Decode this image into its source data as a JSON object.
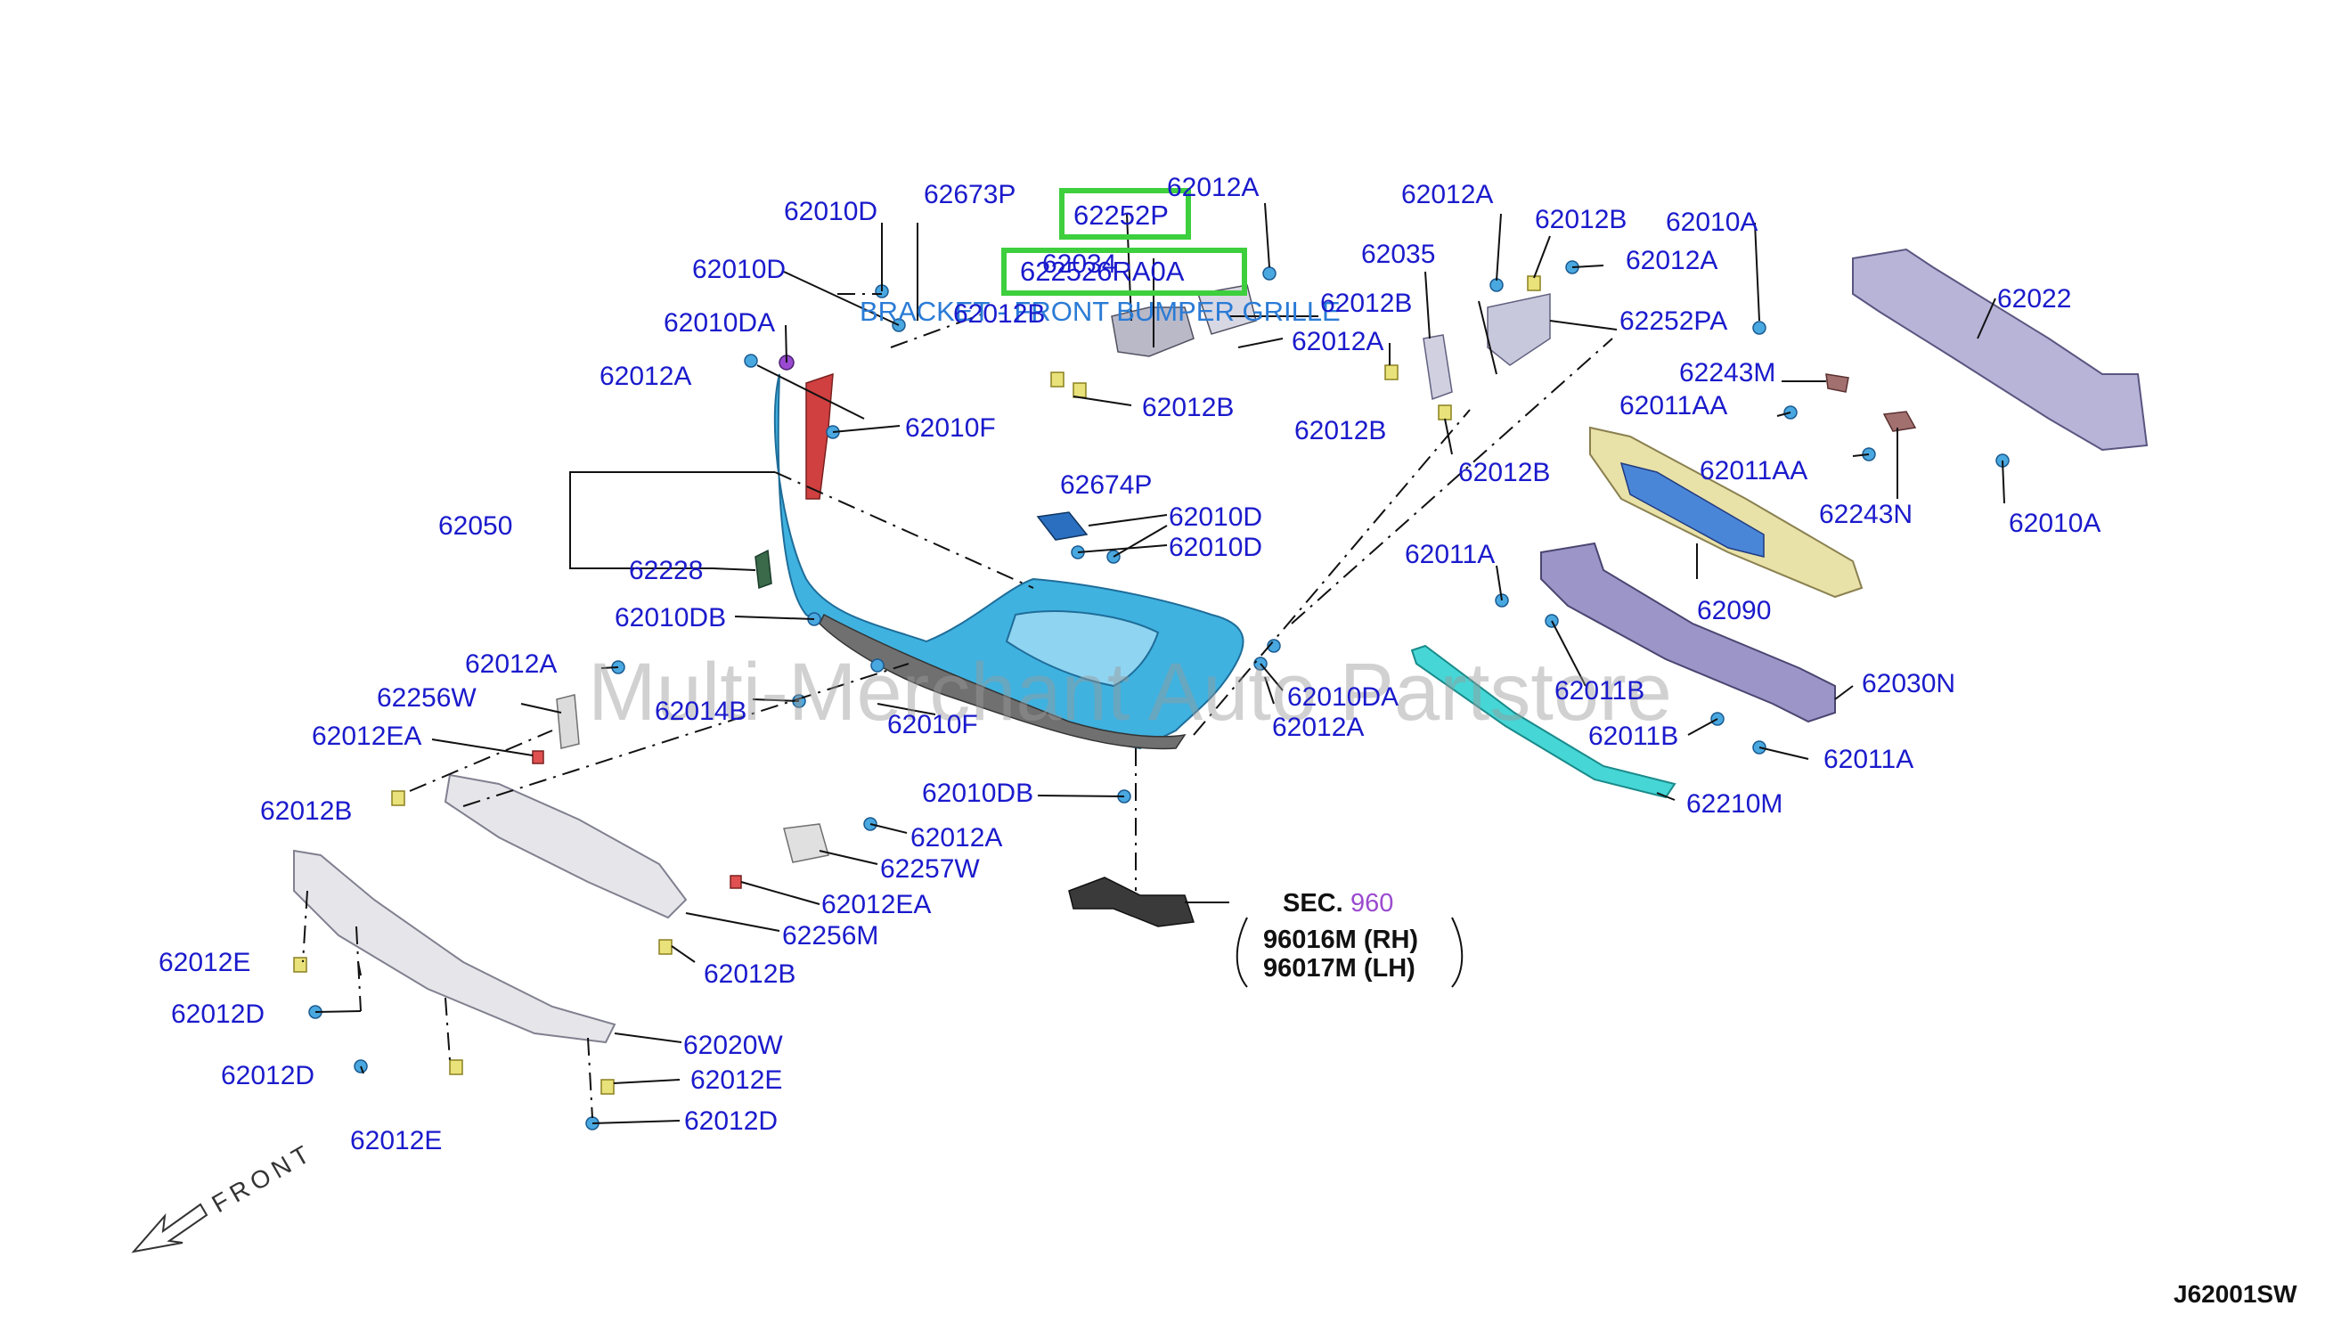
{
  "title_code": "J62001SW",
  "watermark": "Multi-Merchant Auto Partstore",
  "highlight": {
    "part_a": "62252P",
    "part_b": "622526RA0A",
    "caption": "BRACKET - FRONT BUMPER GRILLE"
  },
  "section_ref": {
    "prefix": "SEC.",
    "number": "960",
    "rh": "96016M (RH)",
    "lh": "96017M (LH)"
  },
  "front_label": "FRONT",
  "labels": {
    "l_62010D_a": "62010D",
    "l_62673P": "62673P",
    "l_62012A_top": "62012A",
    "l_62010D_b": "62010D",
    "l_62034": "62034",
    "l_62012B_a": "62012B",
    "l_62010DA_a": "62010DA",
    "l_62012A_b": "62012A",
    "l_62012B_b": "62012B",
    "l_62012A_c": "62012A",
    "l_62010F_a": "62010F",
    "l_62050": "62050",
    "l_62228": "62228",
    "l_62674P": "62674P",
    "l_62010D_c": "62010D",
    "l_62010D_d": "62010D",
    "l_62010DB_a": "62010DB",
    "l_62012A_d": "62012A",
    "l_62256W": "62256W",
    "l_62012EA_a": "62012EA",
    "l_62014B": "62014B",
    "l_62010F_b": "62010F",
    "l_62010DA_b": "62010DA",
    "l_62012A_e": "62012A",
    "l_62012B_c": "62012B",
    "l_62010DB_b": "62010DB",
    "l_62012A_f": "62012A",
    "l_62257W": "62257W",
    "l_62012EA_b": "62012EA",
    "l_62256M": "62256M",
    "l_62012B_d": "62012B",
    "l_62012E_a": "62012E",
    "l_62012D_a": "62012D",
    "l_62012D_b": "62012D",
    "l_62012E_b": "62012E",
    "l_62020W": "62020W",
    "l_62012E_c": "62012E",
    "l_62012D_c": "62012D",
    "l_62012A_g": "62012A",
    "l_62012B_e": "62012B",
    "l_62010A_a": "62010A",
    "l_62035": "62035",
    "l_62012A_h": "62012A",
    "l_62012B_f": "62012B",
    "l_62252PA": "62252PA",
    "l_62022": "62022",
    "l_62012B_g": "62012B",
    "l_62012B_h": "62012B",
    "l_62243M": "62243M",
    "l_62011AA_a": "62011AA",
    "l_62011AA_b": "62011AA",
    "l_62243N": "62243N",
    "l_62010A_b": "62010A",
    "l_62011A_a": "62011A",
    "l_62090": "62090",
    "l_62011B_a": "62011B",
    "l_62030N": "62030N",
    "l_62011B_b": "62011B",
    "l_62011A_b": "62011A",
    "l_62210M": "62210M"
  },
  "colors": {
    "fascia": "#3fb2e0",
    "label": "#1a1acc",
    "highlight_box": "#3ecf3e",
    "caption": "#2a7bd6",
    "sec_number": "#9a4ad0"
  }
}
